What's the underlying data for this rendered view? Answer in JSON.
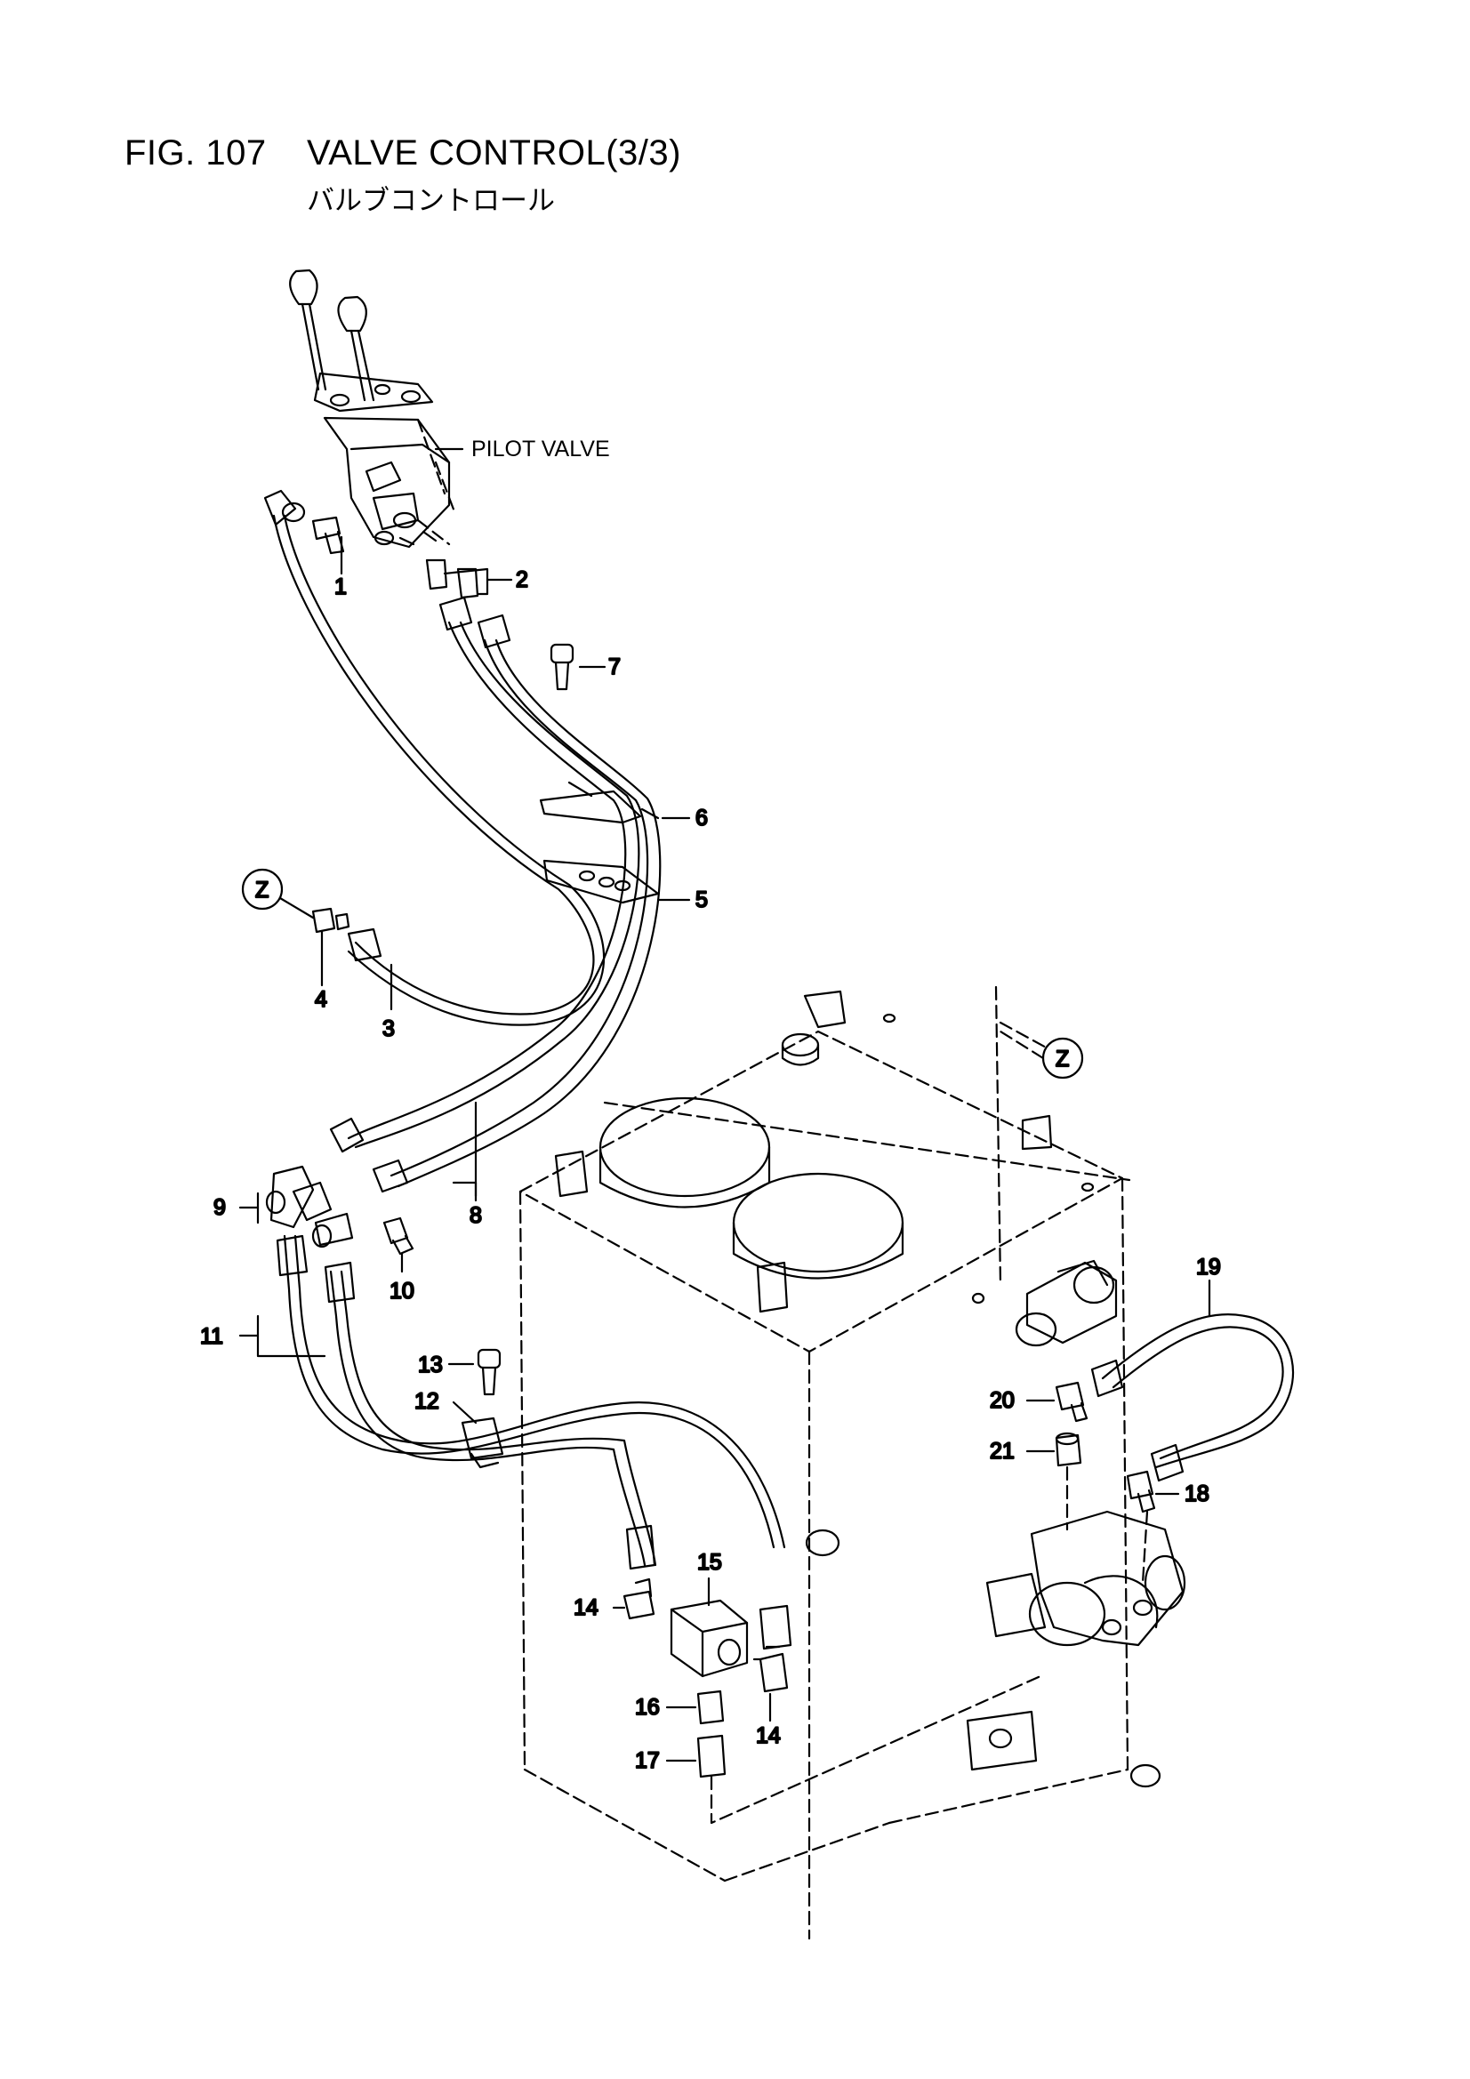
{
  "figure": {
    "number": "FIG. 107",
    "title": "VALVE CONTROL(3/3)",
    "subtitle": "バルブコントロール"
  },
  "labels": {
    "pilot_valve": "PILOT VALVE",
    "view_z_left": "Z",
    "view_z_right": "Z"
  },
  "callouts": [
    {
      "id": "part-1",
      "text": "1"
    },
    {
      "id": "part-2",
      "text": "2"
    },
    {
      "id": "part-3",
      "text": "3"
    },
    {
      "id": "part-4",
      "text": "4"
    },
    {
      "id": "part-5",
      "text": "5"
    },
    {
      "id": "part-6",
      "text": "6"
    },
    {
      "id": "part-7",
      "text": "7"
    },
    {
      "id": "part-8",
      "text": "8"
    },
    {
      "id": "part-9",
      "text": "9"
    },
    {
      "id": "part-10",
      "text": "10"
    },
    {
      "id": "part-11",
      "text": "11"
    },
    {
      "id": "part-12",
      "text": "12"
    },
    {
      "id": "part-13",
      "text": "13"
    },
    {
      "id": "part-14a",
      "text": "14"
    },
    {
      "id": "part-14b",
      "text": "14"
    },
    {
      "id": "part-15",
      "text": "15"
    },
    {
      "id": "part-16",
      "text": "16"
    },
    {
      "id": "part-17",
      "text": "17"
    },
    {
      "id": "part-18",
      "text": "18"
    },
    {
      "id": "part-19",
      "text": "19"
    },
    {
      "id": "part-20",
      "text": "20"
    },
    {
      "id": "part-21",
      "text": "21"
    }
  ]
}
